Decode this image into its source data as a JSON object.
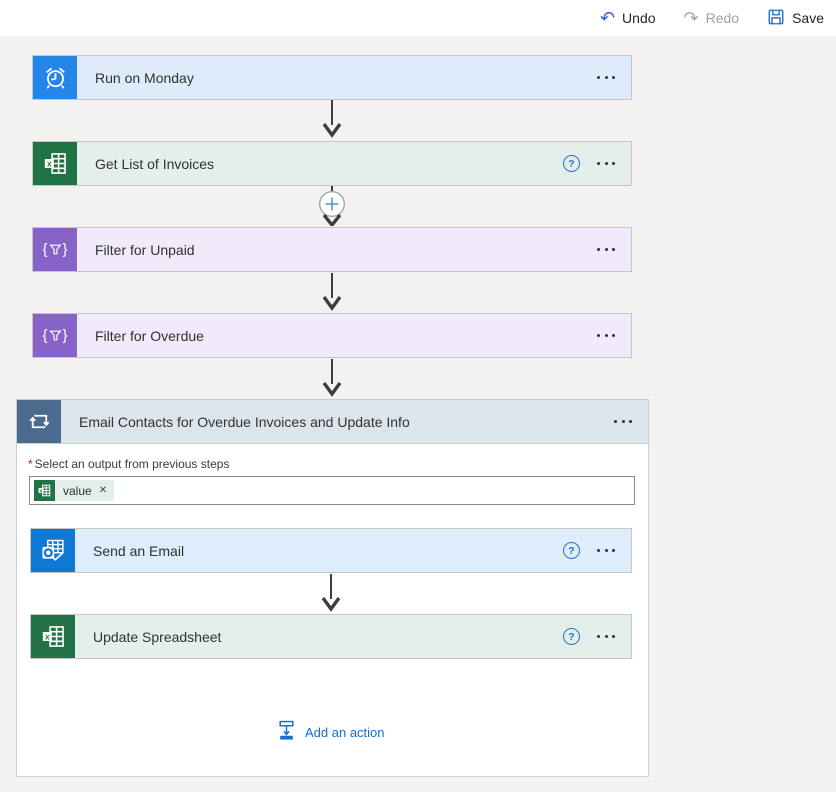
{
  "toolbar": {
    "undo_label": "Undo",
    "redo_label": "Redo",
    "save_label": "Save"
  },
  "flow": {
    "steps": [
      {
        "label": "Run on Monday",
        "icon": "recurrence-clock-icon",
        "color": "#2386e8",
        "has_help": false
      },
      {
        "label": "Get List of Invoices",
        "icon": "excel-icon",
        "color": "#217346",
        "has_help": true
      },
      {
        "label": "Filter for Unpaid",
        "icon": "filter-icon",
        "color": "#8763c8",
        "has_help": false
      },
      {
        "label": "Filter for Overdue",
        "icon": "filter-icon",
        "color": "#8763c8",
        "has_help": false
      }
    ],
    "help_glyph": "?"
  },
  "loop": {
    "title": "Email Contacts for Overdue Invoices and Update Info",
    "icon": "apply-to-each-loop-icon",
    "color": "#4a6b8e",
    "required_marker": "*",
    "field_label": "Select an output from previous steps",
    "token": {
      "icon": "excel-icon",
      "label": "value",
      "remove_glyph": "✕"
    },
    "steps": [
      {
        "label": "Send an Email",
        "icon": "outlook-icon",
        "color": "#0f78d4",
        "has_help": true
      },
      {
        "label": "Update Spreadsheet",
        "icon": "excel-icon",
        "color": "#217346",
        "has_help": true
      }
    ],
    "add_action_label": "Add an action"
  },
  "colors": {
    "accent_blue": "#0f6fd4",
    "required_red": "#a4262c",
    "canvas_bg": "#f3f2f1",
    "trigger_blue": "#2386e8",
    "excel_green": "#217346",
    "filter_purple": "#8763c8",
    "loop_slate": "#4a6b8e",
    "outlook_blue": "#0f78d4"
  }
}
